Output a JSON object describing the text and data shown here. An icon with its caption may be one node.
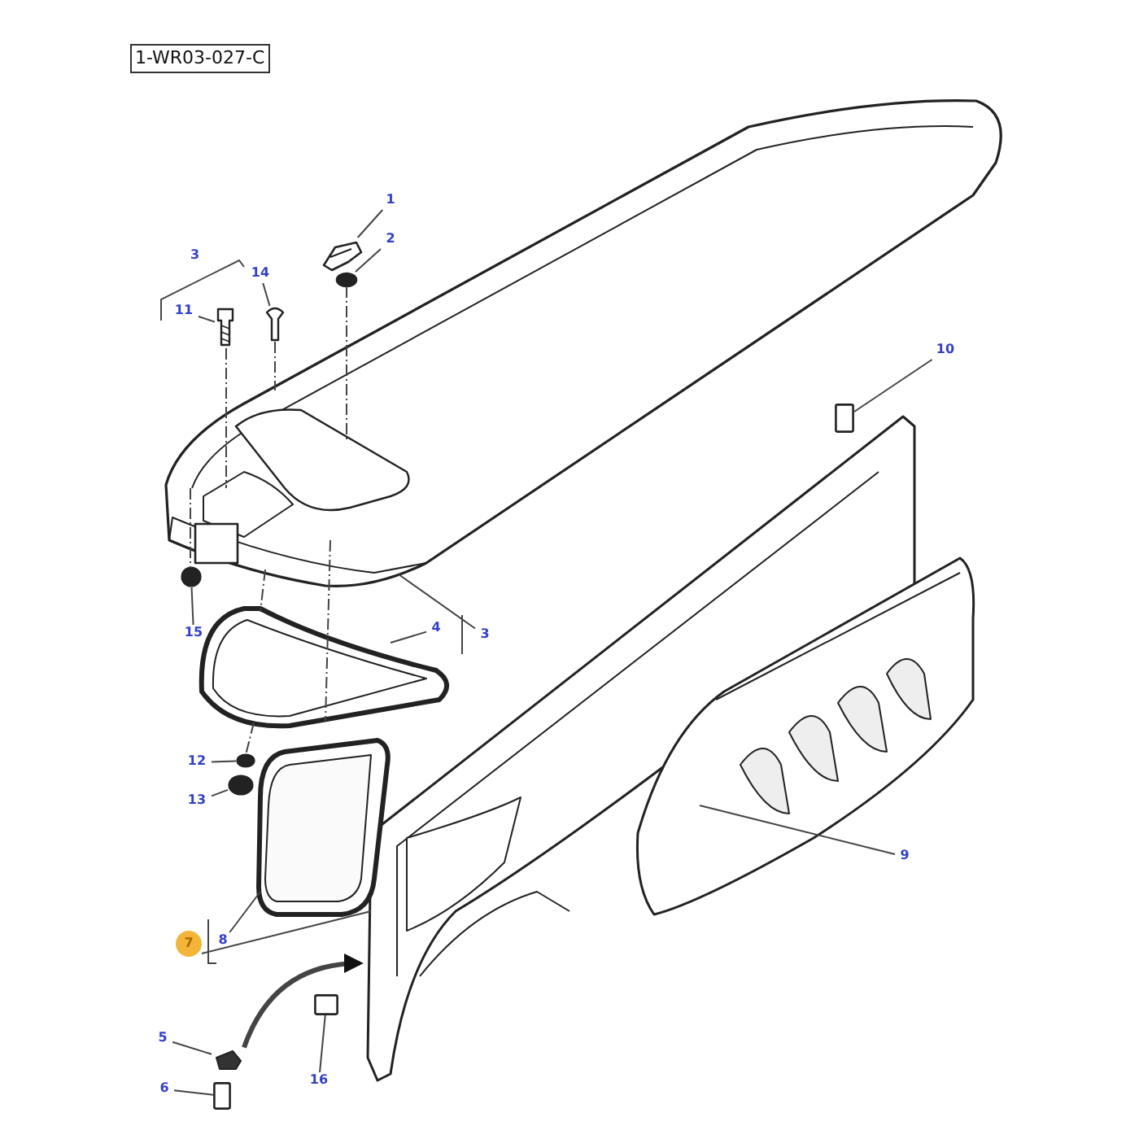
{
  "diagram": {
    "nodes": [
      {
        "text": [
          "1-WR03-027-C"
        ]
      },
      {
        "text": [
          "1"
        ]
      },
      {
        "text": [],
        "shape": "picture"
      },
      {
        "text": [
          "2"
        ]
      },
      {
        "text": [],
        "shape": "picture"
      },
      {
        "text": [
          "14"
        ]
      },
      {
        "text": [],
        "shape": "picture"
      },
      {
        "text": [
          "11"
        ]
      },
      {
        "text": [],
        "shape": "picture"
      },
      {
        "text": [],
        "shape": "picture"
      },
      {
        "text": [
          "10"
        ]
      },
      {
        "text": [],
        "shape": "box"
      },
      {
        "text": [
          "3"
        ]
      },
      {
        "text": [
          "4"
        ]
      },
      {
        "text": [],
        "shape": "picture"
      },
      {
        "text": [
          "15"
        ]
      },
      {
        "text": [],
        "shape": "circle"
      },
      {
        "text": [
          "12"
        ]
      },
      {
        "text": [],
        "shape": "circle"
      },
      {
        "text": [
          "13"
        ]
      },
      {
        "text": [],
        "shape": "circle"
      },
      {
        "text": [],
        "shape": "picture"
      },
      {
        "text": [
          "9"
        ]
      },
      {
        "text": [],
        "shape": "picture"
      },
      {
        "text": [
          "8"
        ]
      },
      {
        "text": [],
        "shape": "picture"
      },
      {
        "text": [
          "7"
        ]
      },
      {
        "text": [
          "5"
        ]
      },
      {
        "text": [],
        "shape": "picture"
      },
      {
        "text": [
          "16"
        ]
      },
      {
        "text": [],
        "shape": "box"
      },
      {
        "text": [
          "6"
        ]
      },
      {
        "text": [],
        "shape": "box"
      }
    ],
    "edges": [
      {
        "from": 1,
        "to": 2,
        "arrow": "none"
      },
      {
        "from": 3,
        "to": 4,
        "arrow": "none"
      },
      {
        "from": 5,
        "to": 6,
        "arrow": "none"
      },
      {
        "from": 7,
        "to": 8,
        "arrow": "none"
      },
      {
        "from": 10,
        "to": 11,
        "arrow": "none"
      },
      {
        "from": 12,
        "to": 9,
        "arrow": "none"
      },
      {
        "from": 13,
        "to": 14,
        "arrow": "none"
      },
      {
        "from": 15,
        "to": 16,
        "arrow": "none"
      },
      {
        "from": 17,
        "to": 18,
        "arrow": "none"
      },
      {
        "from": 19,
        "to": 20,
        "arrow": "none"
      },
      {
        "from": 22,
        "to": 23,
        "arrow": "none"
      },
      {
        "from": 24,
        "to": 25,
        "arrow": "none"
      },
      {
        "from": 26,
        "to": 21,
        "arrow": "none"
      },
      {
        "from": 27,
        "to": 28,
        "arrow": "none"
      },
      {
        "from": 29,
        "to": 30,
        "arrow": "none"
      },
      {
        "from": 31,
        "to": 32,
        "arrow": "none"
      },
      {
        "from": 28,
        "to": 21,
        "arrow": "to",
        "style": "thick"
      },
      {
        "from": 4,
        "to": 9,
        "arrow": "none",
        "style": "dashed"
      },
      {
        "from": 8,
        "to": 9,
        "arrow": "none",
        "style": "dashed"
      },
      {
        "from": 6,
        "to": 9,
        "arrow": "none",
        "style": "dashed"
      },
      {
        "from": 9,
        "to": 14,
        "arrow": "none",
        "style": "dashed"
      },
      {
        "from": 14,
        "to": 18,
        "arrow": "none",
        "style": "dashed"
      },
      {
        "from": 9,
        "to": 16,
        "arrow": "none",
        "style": "dashed"
      },
      {
        "from": 9,
        "to": 14,
        "arrow": "none",
        "style": "dashed"
      }
    ],
    "labels": [
      "3"
    ]
  }
}
